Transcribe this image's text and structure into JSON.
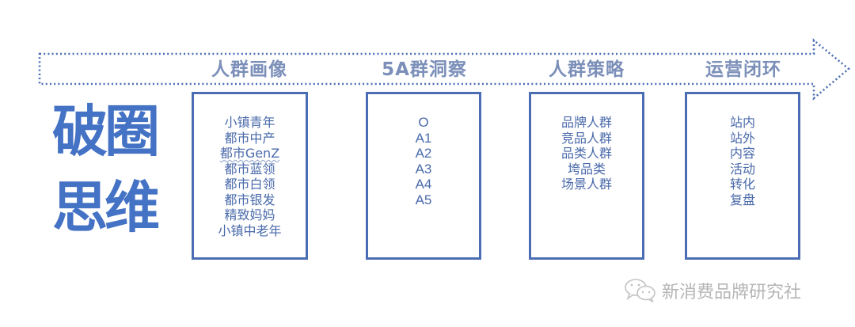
{
  "title": {
    "line1": "破圈",
    "line2": "思维"
  },
  "stages": [
    {
      "header": "人群画像",
      "items": [
        "小镇青年",
        "都市中产",
        "都市GenZ",
        "都市蓝领",
        "都市白领",
        "都市银发",
        "精致妈妈",
        "小镇中老年"
      ]
    },
    {
      "header": "5A群洞察",
      "items": [
        "O",
        "A1",
        "A2",
        "A3",
        "A4",
        "A5"
      ]
    },
    {
      "header": "人群策略",
      "items": [
        "品牌人群",
        "竞品人群",
        "品类人群",
        "垮品类",
        "场景人群"
      ]
    },
    {
      "header": "运营闭环",
      "items": [
        "站内",
        "站外",
        "内容",
        "活动",
        "转化",
        "复盘"
      ]
    }
  ],
  "watermark": {
    "icon": "wechat-icon",
    "text": "新消费品牌研究社"
  },
  "colors": {
    "accent": "#4472c4",
    "box_border": "#4a6db3",
    "header_text": "#7b8fb9",
    "item_text": "#4a6aaa",
    "arrow_dots": "#4a6db3",
    "watermark": "#b5b5b5"
  }
}
